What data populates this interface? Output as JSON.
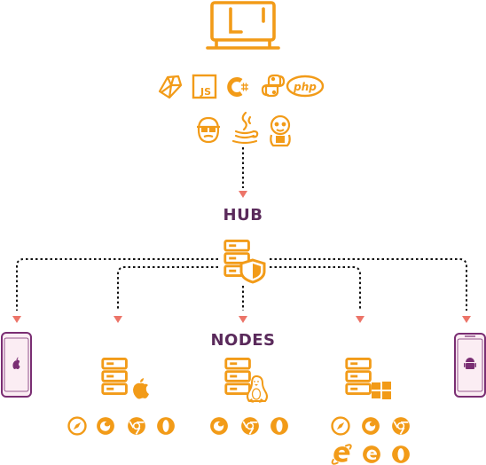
{
  "colors": {
    "primary": "#F29B18",
    "text": "#5A2A5B",
    "arrow": "#EC7468",
    "phone": "#7A2E73",
    "phone_fill": "#FBEDF3",
    "connector": "#111111"
  },
  "labels": {
    "hub": "HUB",
    "nodes": "NODES",
    "js": "JS",
    "php": "php"
  },
  "client": {
    "icon": "monitor-icon",
    "languages_row1": [
      "ruby-icon",
      "javascript-icon",
      "csharp-icon",
      "python-icon",
      "php-icon"
    ],
    "languages_row2": [
      "robot-icon",
      "java-icon",
      "jenkins-icon"
    ]
  },
  "hub": {
    "icon": "server-shield-icon"
  },
  "nodes": [
    {
      "id": "ios-device",
      "icon": "iphone-icon",
      "os": "apple-icon"
    },
    {
      "id": "mac-node",
      "icon": "server-icon",
      "os": "apple-icon",
      "browsers": [
        "safari-icon",
        "firefox-icon",
        "chrome-icon",
        "opera-icon"
      ]
    },
    {
      "id": "linux-node",
      "icon": "server-icon",
      "os": "linux-icon",
      "browsers": [
        "firefox-icon",
        "chrome-icon",
        "opera-icon"
      ]
    },
    {
      "id": "windows-node",
      "icon": "server-icon",
      "os": "windows-icon",
      "browsers": [
        "safari-icon",
        "firefox-icon",
        "chrome-icon",
        "ie-icon",
        "edge-icon",
        "opera-icon"
      ]
    },
    {
      "id": "android-device",
      "icon": "android-phone-icon",
      "os": "android-icon"
    }
  ]
}
